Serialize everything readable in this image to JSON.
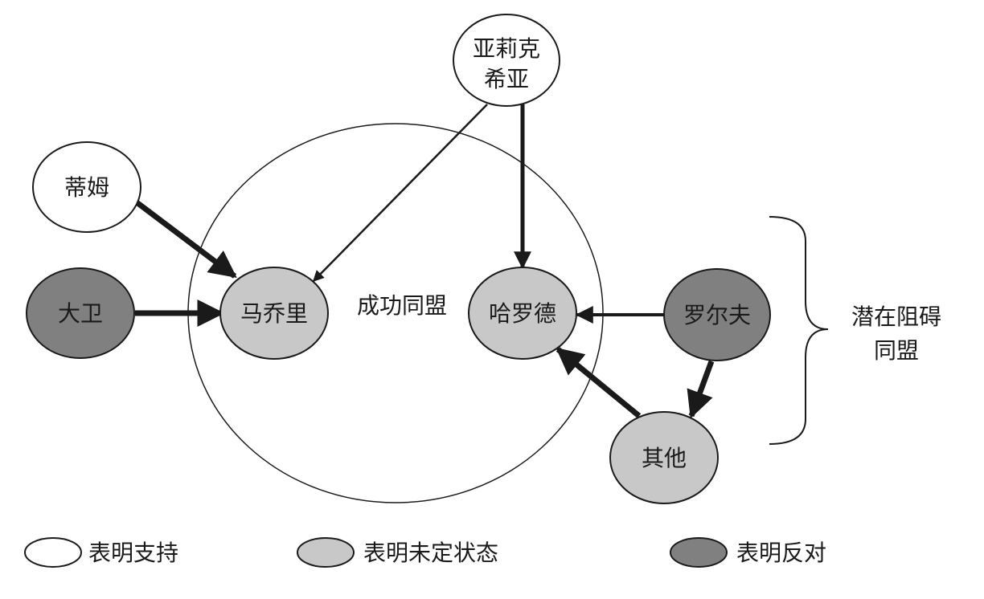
{
  "colors": {
    "support": "#ffffff",
    "undecided": "#c8c8c8",
    "oppose": "#808080",
    "stroke": "#1a1a1a"
  },
  "nodes": {
    "yalikexiya_line1": "亚莉克",
    "yalikexiya_line2": "希亚",
    "dimu": "蒂姆",
    "dawei": "大卫",
    "maqiaoli": "马乔里",
    "haluode": "哈罗德",
    "luoerfu": "罗尔夫",
    "qita": "其他"
  },
  "node_status": {
    "yalikexiya": "support",
    "dimu": "support",
    "dawei": "oppose",
    "maqiaoli": "undecided",
    "haluode": "undecided",
    "luoerfu": "oppose",
    "qita": "undecided"
  },
  "edges": [
    {
      "from": "亚莉克希亚",
      "to": "马乔里",
      "weight": "thin"
    },
    {
      "from": "亚莉克希亚",
      "to": "哈罗德",
      "weight": "medium"
    },
    {
      "from": "蒂姆",
      "to": "马乔里",
      "weight": "thick"
    },
    {
      "from": "大卫",
      "to": "马乔里",
      "weight": "thick"
    },
    {
      "from": "罗尔夫",
      "to": "哈罗德",
      "weight": "medium"
    },
    {
      "from": "罗尔夫",
      "to": "其他",
      "weight": "thick"
    },
    {
      "from": "其他",
      "to": "哈罗德",
      "weight": "thick"
    }
  ],
  "groups": {
    "success_coalition": "成功同盟",
    "blocking_line1": "潜在阻碍",
    "blocking_line2": "同盟"
  },
  "legend": {
    "support": "表明支持",
    "undecided": "表明未定状态",
    "oppose": "表明反对"
  }
}
